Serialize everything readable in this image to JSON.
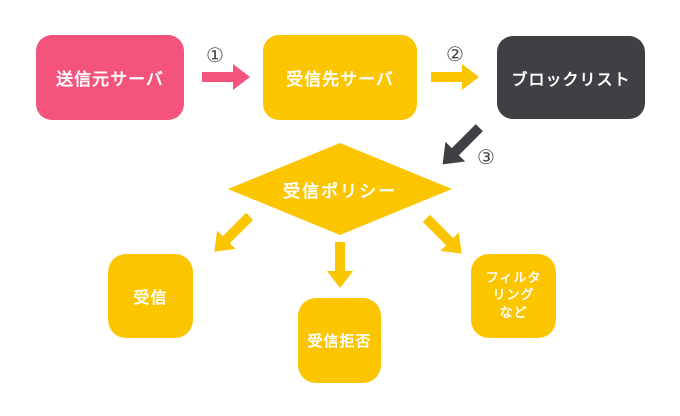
{
  "colors": {
    "pink": "#F4537C",
    "yellow": "#FBC500",
    "dark": "#3F3F44",
    "step_number": "#4A4A4F",
    "node_text": "#FFFFFF",
    "background": "#FFFFFF"
  },
  "nodes": {
    "source": "送信元サーバ",
    "destination": "受信先サーバ",
    "blocklist": "ブロックリスト",
    "policy": "受信ポリシー",
    "accept": "受信",
    "reject": "受信拒否",
    "filtering": "フィルタ\nリング\nなど"
  },
  "steps": {
    "one": "①",
    "two": "②",
    "three": "③"
  }
}
